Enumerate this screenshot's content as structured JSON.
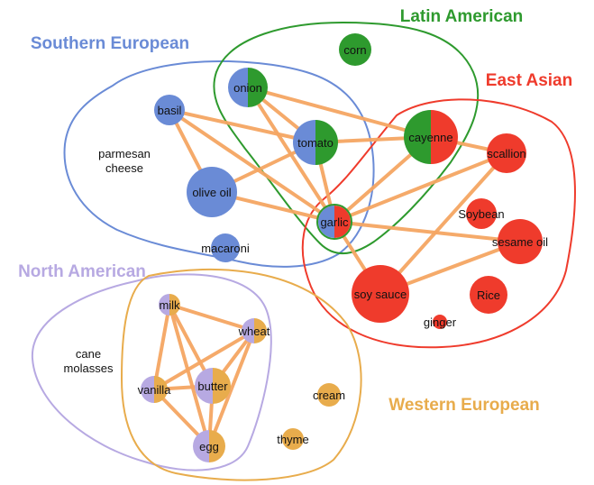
{
  "clusters": {
    "southern_european": {
      "label": "Southern European",
      "color": "#6a8bd6"
    },
    "latin_american": {
      "label": "Latin American",
      "color": "#2e9a2e"
    },
    "east_asian": {
      "label": "East Asian",
      "color": "#ef3b2c"
    },
    "north_american": {
      "label": "North American",
      "color": "#b7a9e2"
    },
    "western_european": {
      "label": "Western European",
      "color": "#e8ac4c"
    }
  },
  "edge_color": "#f5a663",
  "nodes": {
    "corn": {
      "label": "corn",
      "colors": [
        "#2e9a2e"
      ]
    },
    "onion": {
      "label": "onion",
      "colors": [
        "#6a8bd6",
        "#2e9a2e"
      ]
    },
    "basil": {
      "label": "basil",
      "colors": [
        "#6a8bd6"
      ]
    },
    "tomato": {
      "label": "tomato",
      "colors": [
        "#6a8bd6",
        "#2e9a2e"
      ]
    },
    "cayenne": {
      "label": "cayenne",
      "colors": [
        "#2e9a2e",
        "#ef3b2c"
      ]
    },
    "scallion": {
      "label": "scallion",
      "colors": [
        "#ef3b2c"
      ]
    },
    "parmesan": {
      "label": "parmesan\ncheese",
      "colors": [
        "#6a8bd6"
      ]
    },
    "olive_oil": {
      "label": "olive oil",
      "colors": [
        "#6a8bd6"
      ]
    },
    "garlic": {
      "label": "garlic",
      "colors": [
        "#6a8bd6",
        "#ef3b2c"
      ],
      "ring": "#2e9a2e"
    },
    "soybean": {
      "label": "Soybean",
      "colors": [
        "#ef3b2c"
      ]
    },
    "sesame_oil": {
      "label": "sesame oil",
      "colors": [
        "#ef3b2c"
      ]
    },
    "macaroni": {
      "label": "macaroni",
      "colors": [
        "#6a8bd6"
      ]
    },
    "soy_sauce": {
      "label": "soy sauce",
      "colors": [
        "#ef3b2c"
      ]
    },
    "rice": {
      "label": "Rice",
      "colors": [
        "#ef3b2c"
      ]
    },
    "ginger": {
      "label": "ginger",
      "colors": [
        "#ef3b2c"
      ]
    },
    "milk": {
      "label": "milk",
      "colors": [
        "#b7a9e2",
        "#e8ac4c"
      ]
    },
    "wheat": {
      "label": "wheat",
      "colors": [
        "#b7a9e2",
        "#e8ac4c"
      ]
    },
    "cane_molasses": {
      "label": "cane\nmolasses",
      "colors": [
        "#b7a9e2"
      ]
    },
    "vanilla": {
      "label": "vanilla",
      "colors": [
        "#b7a9e2",
        "#e8ac4c"
      ]
    },
    "butter": {
      "label": "butter",
      "colors": [
        "#b7a9e2",
        "#e8ac4c"
      ]
    },
    "cream": {
      "label": "cream",
      "colors": [
        "#e8ac4c"
      ]
    },
    "egg": {
      "label": "egg",
      "colors": [
        "#b7a9e2",
        "#e8ac4c"
      ]
    },
    "thyme": {
      "label": "thyme",
      "colors": [
        "#e8ac4c"
      ]
    }
  },
  "edges": [
    [
      "basil",
      "tomato"
    ],
    [
      "basil",
      "olive_oil"
    ],
    [
      "basil",
      "garlic"
    ],
    [
      "onion",
      "tomato"
    ],
    [
      "onion",
      "cayenne"
    ],
    [
      "onion",
      "garlic"
    ],
    [
      "tomato",
      "olive_oil"
    ],
    [
      "tomato",
      "garlic"
    ],
    [
      "tomato",
      "cayenne"
    ],
    [
      "olive_oil",
      "garlic"
    ],
    [
      "cayenne",
      "garlic"
    ],
    [
      "cayenne",
      "scallion"
    ],
    [
      "garlic",
      "scallion"
    ],
    [
      "garlic",
      "sesame_oil"
    ],
    [
      "garlic",
      "soy_sauce"
    ],
    [
      "soy_sauce",
      "scallion"
    ],
    [
      "soy_sauce",
      "sesame_oil"
    ],
    [
      "milk",
      "wheat"
    ],
    [
      "milk",
      "butter"
    ],
    [
      "milk",
      "vanilla"
    ],
    [
      "milk",
      "egg"
    ],
    [
      "wheat",
      "butter"
    ],
    [
      "wheat",
      "vanilla"
    ],
    [
      "wheat",
      "egg"
    ],
    [
      "vanilla",
      "butter"
    ],
    [
      "vanilla",
      "egg"
    ],
    [
      "butter",
      "egg"
    ]
  ]
}
